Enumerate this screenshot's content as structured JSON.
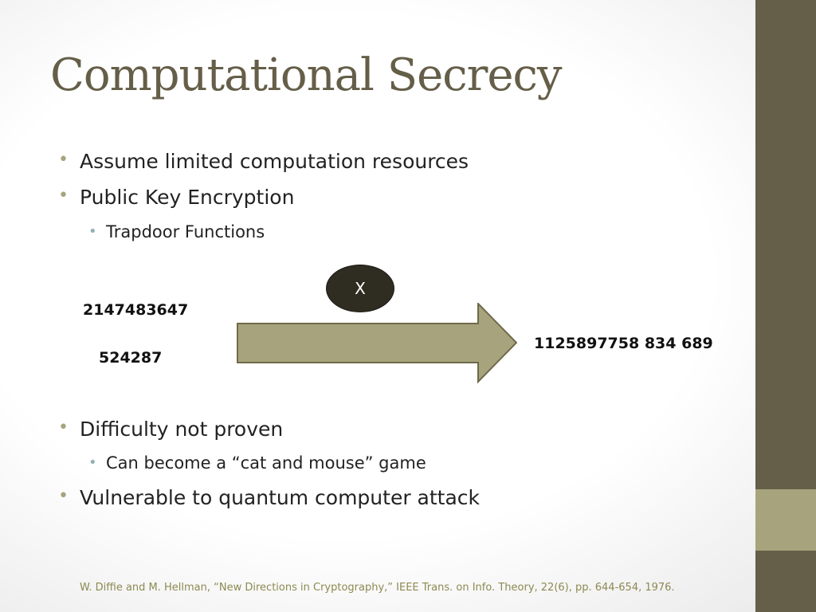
{
  "slide": {
    "title": "Computational Secrecy",
    "bullets_top": [
      {
        "text": "Assume limited computation resources",
        "level": 1
      },
      {
        "text": "Public Key Encryption",
        "level": 1
      },
      {
        "text": "Trapdoor Functions",
        "level": 2
      }
    ],
    "diagram": {
      "input_a": "2147483647",
      "input_b": "524287",
      "key_label": "X",
      "output": "1125897758 834 689"
    },
    "bullets_bottom": [
      {
        "text": "Difficulty not proven",
        "level": 1
      },
      {
        "text": "Can become a “cat and mouse” game",
        "level": 2
      },
      {
        "text": "Vulnerable to quantum computer attack",
        "level": 1
      }
    ],
    "citation": "W. Diffie and M. Hellman, “New Directions in Cryptography,” IEEE Trans. on Info. Theory, 22(6), pp. 644-654, 1976.",
    "bullet_glyph": "•"
  },
  "colors": {
    "title": "#655e48",
    "sidebar": "#655e48",
    "sidebar_accent": "#a7a47d",
    "bullet_level1": "#a7a47d",
    "bullet_level2": "#8fb3b0",
    "arrow_fill": "#a7a47d",
    "arrow_stroke": "#6e6a4a",
    "oval_fill": "#2f2c22",
    "citation": "#8c8a52"
  }
}
